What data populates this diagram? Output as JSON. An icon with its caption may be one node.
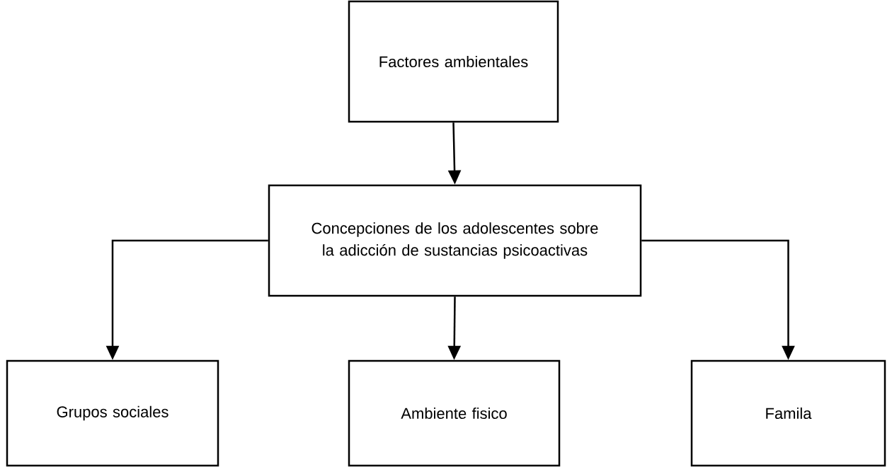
{
  "diagram": {
    "nodes": [
      {
        "text": [
          "Factores ambientales"
        ]
      },
      {
        "text": [
          "Concepciones de los adolescentes sobre la adicción de sustancias psicoactivas"
        ]
      },
      {
        "text": [
          "Grupos sociales"
        ]
      },
      {
        "text": [
          "Ambiente fisico"
        ]
      },
      {
        "text": [
          "Famila"
        ]
      }
    ],
    "edges": [
      {
        "from": 0,
        "to": 1,
        "arrow": "to"
      },
      {
        "from": 1,
        "to": 2,
        "arrow": "to"
      },
      {
        "from": 1,
        "to": 3,
        "arrow": "to"
      },
      {
        "from": 1,
        "to": 4,
        "arrow": "to"
      }
    ]
  }
}
